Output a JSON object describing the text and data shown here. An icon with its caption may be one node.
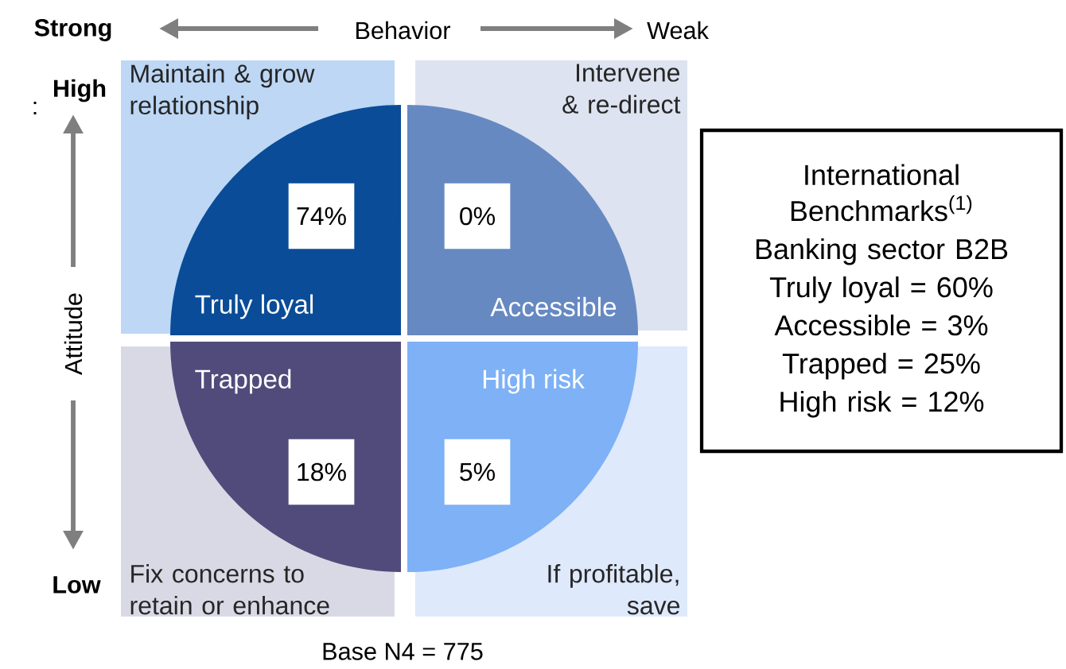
{
  "diagram": {
    "nodes": [
      {
        "text": [
          "Maintain & grow relationship"
        ]
      },
      {
        "text": [
          "Intervene & re-direct"
        ]
      },
      {
        "text": [
          "Fix concerns to retain or enhance"
        ]
      },
      {
        "text": [
          "If profitable, save"
        ]
      },
      {
        "text": [
          "Truly loyal"
        ],
        "in": 0
      },
      {
        "text": [
          "74%"
        ],
        "in": 4
      },
      {
        "text": [
          "Accessible"
        ],
        "in": 1
      },
      {
        "text": [
          "0%"
        ],
        "in": 6
      },
      {
        "text": [
          "Trapped"
        ],
        "in": 2
      },
      {
        "text": [
          "18%"
        ],
        "in": 8
      },
      {
        "text": [
          "High risk"
        ],
        "in": 3
      },
      {
        "text": [
          "5%"
        ],
        "in": 10
      },
      {
        "text": [
          "International Benchmarks$^{(1)}$",
          "Banking sector B2B",
          "Truly loyal = 60%",
          "Accessible = 3%",
          "Trapped = 25%",
          "High risk = 12%"
        ]
      }
    ],
    "labels": [
      ":",
      "Strong",
      "Behavior",
      "Weak",
      "High",
      "Attitude",
      "Low",
      "Base N4 = 775"
    ]
  }
}
